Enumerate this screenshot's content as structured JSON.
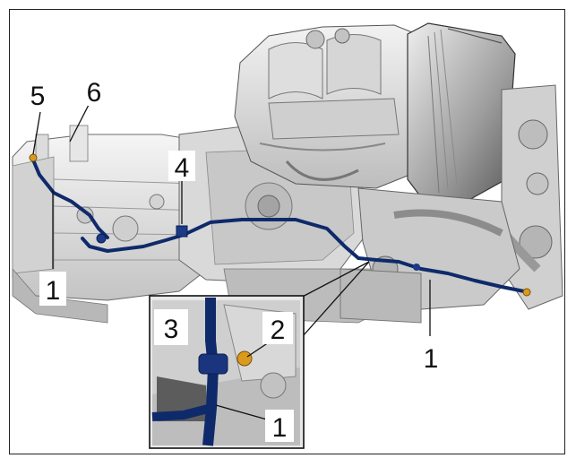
{
  "callouts": {
    "c5": "5",
    "c6": "6",
    "c4": "4",
    "c1_left": "1",
    "c1_right": "1",
    "c2_inset": "2",
    "c3_inset": "3",
    "c1_inset": "1"
  },
  "colors": {
    "pipe": "#0f2a6b",
    "fitting": "#d99a1e",
    "engine_light": "#e4e4e4",
    "engine_mid": "#b9b9b9",
    "engine_dark": "#6e6e6e"
  }
}
